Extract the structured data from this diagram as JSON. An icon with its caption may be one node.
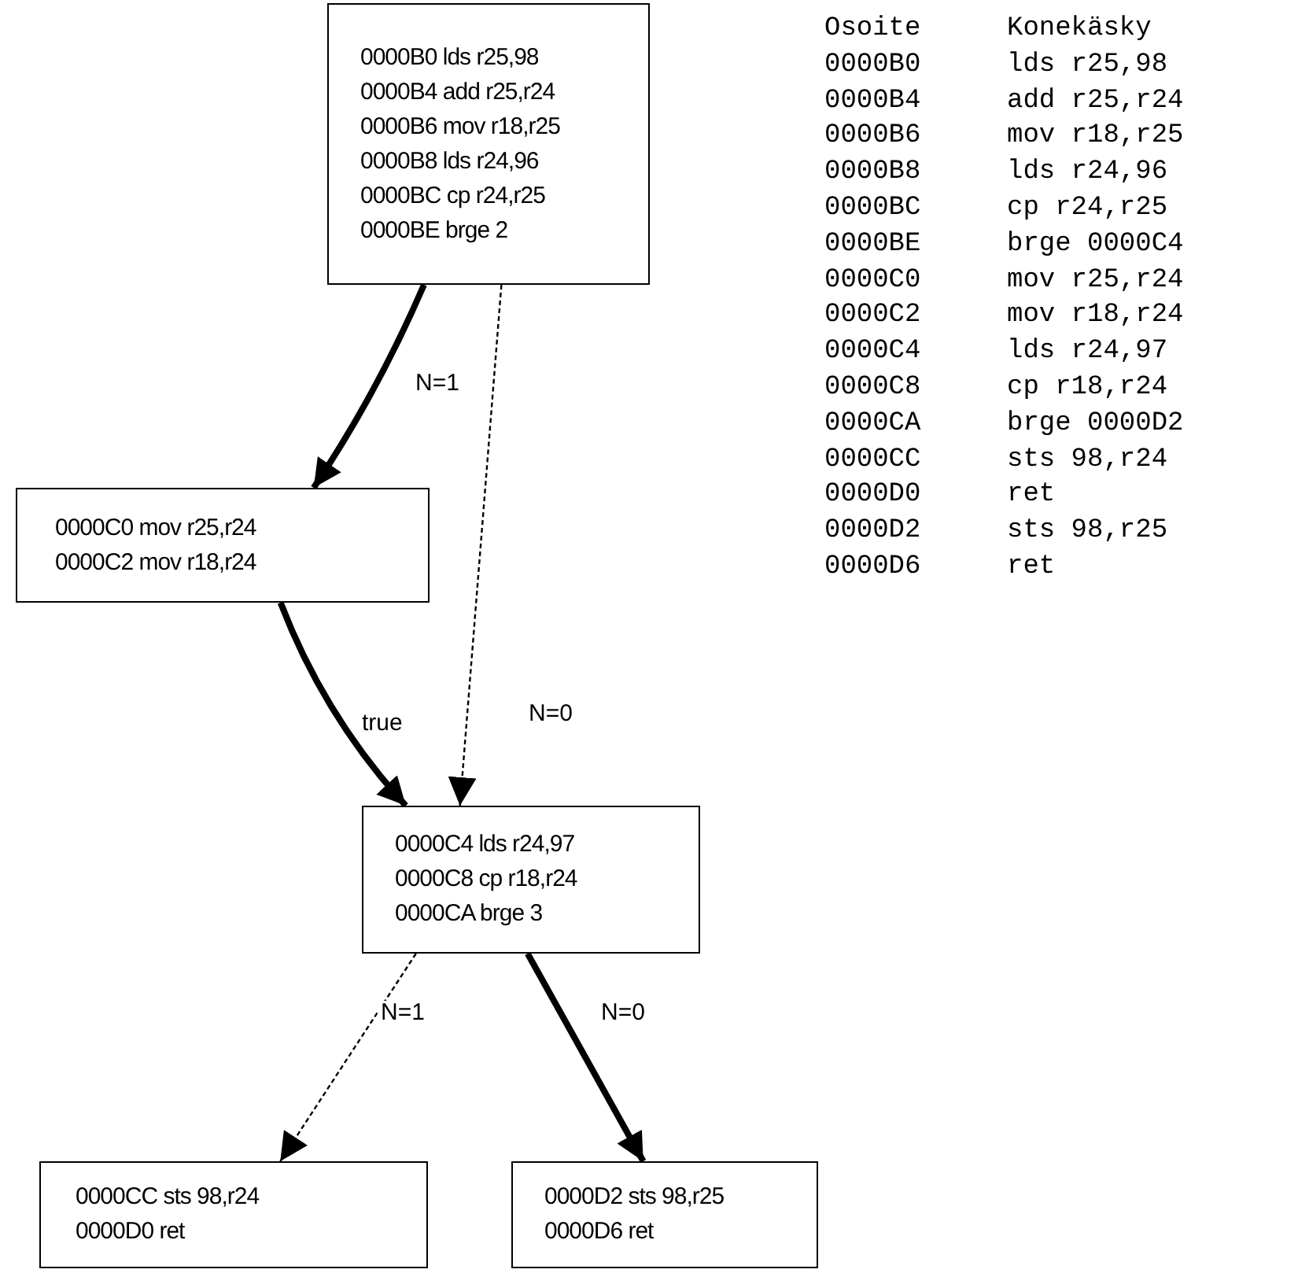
{
  "diagram": {
    "nodes": [
      {
        "text": [
          "0000B0 lds r25,98",
          "0000B4 add r25,r24",
          "0000B6 mov r18,r25",
          "0000B8 lds r24,96",
          "0000BC cp r24,r25",
          "0000BE brge 2"
        ]
      },
      {
        "text": [
          "0000C0 mov r25,r24",
          "0000C2 mov r18,r24"
        ]
      },
      {
        "text": [
          "0000C4 lds r24,97",
          "0000C8 cp r18,r24",
          "0000CA brge 3"
        ]
      },
      {
        "text": [
          "0000CC sts 98,r24",
          "0000D0 ret"
        ]
      },
      {
        "text": [
          "0000D2 sts 98,r25",
          "0000D6 ret"
        ]
      }
    ],
    "edges": [
      {
        "from": 0,
        "to": 1,
        "arrow": "to",
        "label": "N=1"
      },
      {
        "from": 0,
        "to": 2,
        "arrow": "to",
        "label": "N=0",
        "style": "dashed"
      },
      {
        "from": 1,
        "to": 2,
        "arrow": "to",
        "label": "true"
      },
      {
        "from": 2,
        "to": 3,
        "arrow": "to",
        "label": "N=1",
        "style": "dashed"
      },
      {
        "from": 2,
        "to": 4,
        "arrow": "to",
        "label": "N=0"
      }
    ],
    "labels": [
      "Osoite",
      "Konekäsky",
      "0000B0",
      "lds r25,98",
      "0000B4",
      "add r25,r24",
      "0000B6",
      "mov r18,r25",
      "0000B8",
      "lds r24,96",
      "0000BC",
      "cp r24,r25",
      "0000BE",
      "brge 0000C4",
      "0000C0",
      "mov r25,r24",
      "0000C2",
      "mov r18,r24",
      "0000C4",
      "lds r24,97",
      "0000C8",
      "cp r18,r24",
      "0000CA",
      "brge 0000D2",
      "0000CC",
      "sts 98,r24",
      "0000D0",
      "ret",
      "0000D2",
      "sts 98,r25",
      "0000D6",
      "ret"
    ]
  }
}
